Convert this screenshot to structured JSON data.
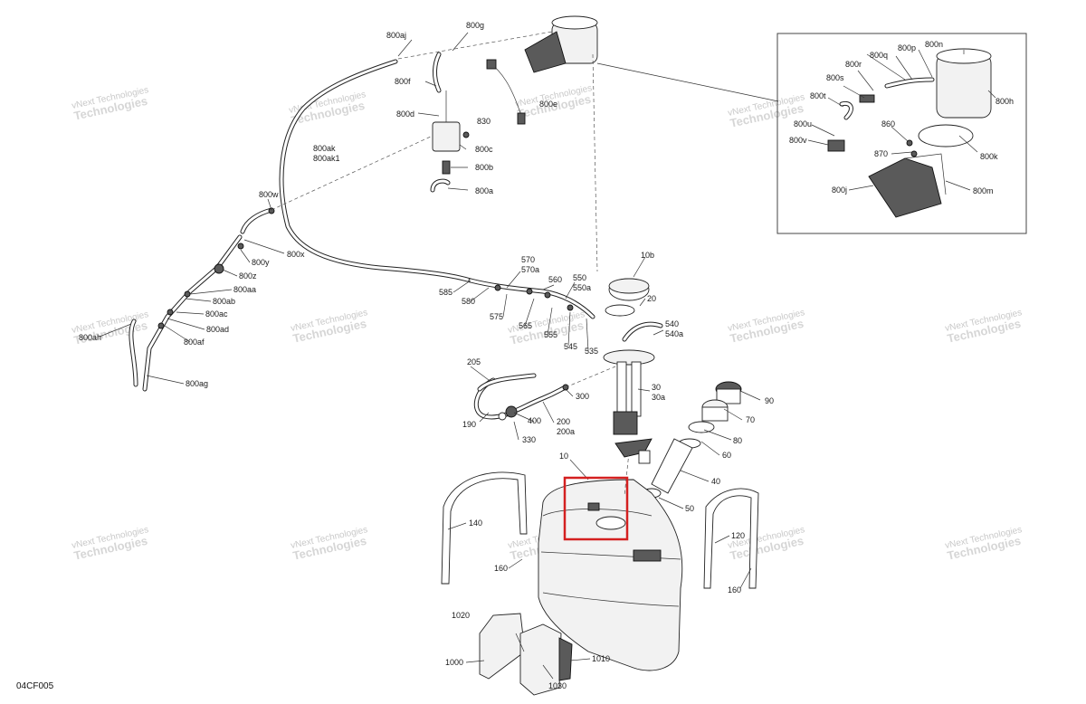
{
  "diagram_code": "04CF005",
  "watermark": {
    "line1": "vNext Technologies",
    "line2": "Technologies"
  },
  "callouts": {
    "c800aj": "800aj",
    "c800g": "800g",
    "c800f": "800f",
    "c800e": "800e",
    "c800d": "800d",
    "c830": "830",
    "c800c": "800c",
    "c800b": "800b",
    "c800a": "800a",
    "c800ak": "800ak",
    "c800ak1": "800ak1",
    "c800w": "800w",
    "c800x": "800x",
    "c800y": "800y",
    "c800z": "800z",
    "c800aa": "800aa",
    "c800ab": "800ab",
    "c800ac": "800ac",
    "c800ad": "800ad",
    "c800af": "800af",
    "c800ah": "800ah",
    "c800ag": "800ag",
    "c800r": "800r",
    "c800q": "800q",
    "c800p": "800p",
    "c800n": "800n",
    "c800s": "800s",
    "c800t": "800t",
    "c800h": "800h",
    "c800u": "800u",
    "c860": "860",
    "c800v": "800v",
    "c870": "870",
    "c800k": "800k",
    "c800j": "800j",
    "c800m": "800m",
    "c10b": "10b",
    "c20": "20",
    "c570": "570",
    "c570a": "570a",
    "c560": "560",
    "c550": "550",
    "c550a": "550a",
    "c585": "585",
    "c580": "580",
    "c565": "565",
    "c575": "575",
    "c555": "555",
    "c545": "545",
    "c535": "535",
    "c540": "540",
    "c540a": "540a",
    "c205": "205",
    "c300": "300",
    "c30": "30",
    "c30a": "30a",
    "c90": "90",
    "c190": "190",
    "c400": "400",
    "c200": "200",
    "c200a": "200a",
    "c330": "330",
    "c70": "70",
    "c80": "80",
    "c60": "60",
    "c10": "10",
    "c40": "40",
    "c50": "50",
    "c140": "140",
    "c120": "120",
    "c160a": "160",
    "c160b": "160",
    "c1020": "1020",
    "c1000": "1000",
    "c1010": "1010",
    "c1030": "1030"
  },
  "highlight": {
    "color": "#d42020"
  }
}
